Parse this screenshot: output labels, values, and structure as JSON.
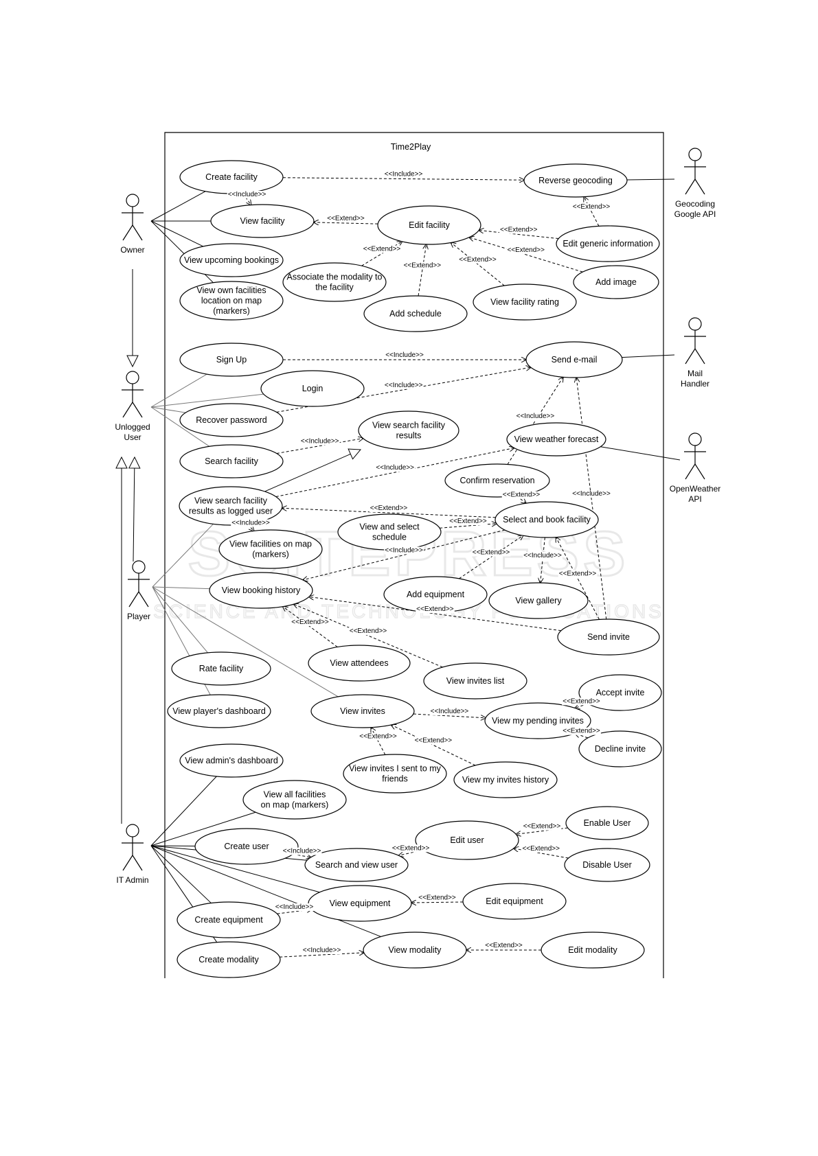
{
  "system": {
    "title": "Time2Play"
  },
  "actors": [
    {
      "id": "owner",
      "label": [
        "Owner"
      ]
    },
    {
      "id": "unlogged",
      "label": [
        "Unlogged",
        "User"
      ]
    },
    {
      "id": "player",
      "label": [
        "Player"
      ]
    },
    {
      "id": "itadmin",
      "label": [
        "IT Admin"
      ]
    },
    {
      "id": "geocoding",
      "label": [
        "Geocoding",
        "Google API"
      ]
    },
    {
      "id": "mail",
      "label": [
        "Mail",
        "Handler"
      ]
    },
    {
      "id": "weather",
      "label": [
        "OpenWeather",
        "API"
      ]
    }
  ],
  "use_cases": [
    {
      "id": "create_facility",
      "label": [
        "Create facility"
      ]
    },
    {
      "id": "view_facility",
      "label": [
        "View facility"
      ]
    },
    {
      "id": "view_upcoming",
      "label": [
        "View upcoming bookings"
      ]
    },
    {
      "id": "view_own_map",
      "label": [
        "View own facilities",
        "location on map",
        "(markers)"
      ]
    },
    {
      "id": "reverse_geo",
      "label": [
        "Reverse geocoding"
      ]
    },
    {
      "id": "edit_facility",
      "label": [
        "Edit facility"
      ]
    },
    {
      "id": "edit_generic",
      "label": [
        "Edit generic information"
      ]
    },
    {
      "id": "assoc_modality",
      "label": [
        "Associate the modality to",
        "the facility"
      ]
    },
    {
      "id": "add_image",
      "label": [
        "Add image"
      ]
    },
    {
      "id": "view_rating",
      "label": [
        "View facility rating"
      ]
    },
    {
      "id": "add_schedule",
      "label": [
        "Add schedule"
      ]
    },
    {
      "id": "sign_up",
      "label": [
        "Sign Up"
      ]
    },
    {
      "id": "login",
      "label": [
        "Login"
      ]
    },
    {
      "id": "recover_pw",
      "label": [
        "Recover password"
      ]
    },
    {
      "id": "search_facility",
      "label": [
        "Search facility"
      ]
    },
    {
      "id": "send_email",
      "label": [
        "Send e-mail"
      ]
    },
    {
      "id": "view_search_results",
      "label": [
        "View search facility",
        "results"
      ]
    },
    {
      "id": "view_weather",
      "label": [
        "View weather forecast"
      ]
    },
    {
      "id": "confirm_res",
      "label": [
        "Confirm reservation"
      ]
    },
    {
      "id": "view_search_logged",
      "label": [
        "View search facility",
        "results as logged user"
      ]
    },
    {
      "id": "select_book",
      "label": [
        "Select and book facility"
      ]
    },
    {
      "id": "view_select_schedule",
      "label": [
        "View and select",
        "schedule"
      ]
    },
    {
      "id": "view_fac_map",
      "label": [
        "View facilities on map",
        "(markers)"
      ]
    },
    {
      "id": "view_booking_hist",
      "label": [
        "View booking history"
      ]
    },
    {
      "id": "add_equipment",
      "label": [
        "Add equipment"
      ]
    },
    {
      "id": "view_gallery",
      "label": [
        "View gallery"
      ]
    },
    {
      "id": "send_invite",
      "label": [
        "Send invite"
      ]
    },
    {
      "id": "view_attendees",
      "label": [
        "View attendees"
      ]
    },
    {
      "id": "view_invites_list",
      "label": [
        "View invites list"
      ]
    },
    {
      "id": "rate_facility",
      "label": [
        "Rate facility"
      ]
    },
    {
      "id": "player_dash",
      "label": [
        "View player's dashboard"
      ]
    },
    {
      "id": "view_invites",
      "label": [
        "View invites"
      ]
    },
    {
      "id": "view_pending",
      "label": [
        "View my pending invites"
      ]
    },
    {
      "id": "accept_invite",
      "label": [
        "Accept invite"
      ]
    },
    {
      "id": "decline_invite",
      "label": [
        "Decline invite"
      ]
    },
    {
      "id": "view_sent_invites",
      "label": [
        "View invites I sent to my",
        "friends"
      ]
    },
    {
      "id": "view_invites_hist",
      "label": [
        "View my invites history"
      ]
    },
    {
      "id": "admin_dash",
      "label": [
        "View admin's dashboard"
      ]
    },
    {
      "id": "view_all_map",
      "label": [
        "View all facilities",
        "on map (markers)"
      ]
    },
    {
      "id": "create_user",
      "label": [
        "Create user"
      ]
    },
    {
      "id": "search_user",
      "label": [
        "Search and view user"
      ]
    },
    {
      "id": "edit_user",
      "label": [
        "Edit user"
      ]
    },
    {
      "id": "enable_user",
      "label": [
        "Enable User"
      ]
    },
    {
      "id": "disable_user",
      "label": [
        "Disable User"
      ]
    },
    {
      "id": "view_equipment",
      "label": [
        "View equipment"
      ]
    },
    {
      "id": "edit_equipment",
      "label": [
        "Edit equipment"
      ]
    },
    {
      "id": "create_equipment",
      "label": [
        "Create equipment"
      ]
    },
    {
      "id": "create_modality",
      "label": [
        "Create modality"
      ]
    },
    {
      "id": "view_modality",
      "label": [
        "View modality"
      ]
    },
    {
      "id": "edit_modality",
      "label": [
        "Edit modality"
      ]
    }
  ],
  "relationships": [
    {
      "from": "create_facility",
      "to": "reverse_geo",
      "label": "<<Include>>"
    },
    {
      "from": "create_facility",
      "to": "view_facility",
      "label": "<<Include>>"
    },
    {
      "from": "edit_facility",
      "to": "view_facility",
      "label": "<<Extend>>"
    },
    {
      "from": "edit_generic",
      "to": "reverse_geo",
      "label": "<<Extend>>"
    },
    {
      "from": "edit_generic",
      "to": "edit_facility",
      "label": "<<Extend>>"
    },
    {
      "from": "assoc_modality",
      "to": "edit_facility",
      "label": "<<Extend>>"
    },
    {
      "from": "add_schedule",
      "to": "edit_facility",
      "label": "<<Extend>>"
    },
    {
      "from": "view_rating",
      "to": "edit_facility",
      "label": "<<Extend>>"
    },
    {
      "from": "add_image",
      "to": "edit_facility",
      "label": "<<Extend>>"
    },
    {
      "from": "sign_up",
      "to": "send_email",
      "label": "<<Include>>"
    },
    {
      "from": "recover_pw",
      "to": "send_email",
      "label": "<<Include>>"
    },
    {
      "from": "confirm_res",
      "to": "send_email",
      "label": "<<Include>>"
    },
    {
      "from": "search_facility",
      "to": "view_search_results",
      "label": "<<Include>>"
    },
    {
      "from": "view_search_logged",
      "to": "view_weather",
      "label": "<<Include>>"
    },
    {
      "from": "confirm_res",
      "to": "select_book",
      "label": "<<Extend>>"
    },
    {
      "from": "select_book",
      "to": "view_search_logged",
      "label": "<<Extend>>"
    },
    {
      "from": "view_search_logged",
      "to": "view_fac_map",
      "label": "<<Include>>"
    },
    {
      "from": "view_select_schedule",
      "to": "select_book",
      "label": "<<Extend>>"
    },
    {
      "from": "add_equipment",
      "to": "select_book",
      "label": "<<Extend>>"
    },
    {
      "from": "select_book",
      "to": "view_booking_hist",
      "label": "<<Include>>"
    },
    {
      "from": "select_book",
      "to": "view_gallery",
      "label": "<<Include>>"
    },
    {
      "from": "send_invite",
      "to": "select_book",
      "label": "<<Extend>>"
    },
    {
      "from": "send_invite",
      "to": "send_email",
      "label": "<<Include>>"
    },
    {
      "from": "send_invite",
      "to": "view_booking_hist",
      "label": "<<Extend>>"
    },
    {
      "from": "view_attendees",
      "to": "view_booking_hist",
      "label": "<<Extend>>"
    },
    {
      "from": "view_invites_list",
      "to": "view_booking_hist",
      "label": "<<Extend>>"
    },
    {
      "from": "view_invites",
      "to": "view_pending",
      "label": "<<Include>>"
    },
    {
      "from": "accept_invite",
      "to": "view_pending",
      "label": "<<Extend>>"
    },
    {
      "from": "decline_invite",
      "to": "view_pending",
      "label": "<<Extend>>"
    },
    {
      "from": "view_sent_invites",
      "to": "view_invites",
      "label": "<<Extend>>"
    },
    {
      "from": "view_invites_hist",
      "to": "view_invites",
      "label": "<<Extend>>"
    },
    {
      "from": "create_user",
      "to": "search_user",
      "label": "<<Include>>"
    },
    {
      "from": "edit_user",
      "to": "search_user",
      "label": "<<Extend>>"
    },
    {
      "from": "enable_user",
      "to": "edit_user",
      "label": "<<Extend>>"
    },
    {
      "from": "disable_user",
      "to": "edit_user",
      "label": "<<Extend>>"
    },
    {
      "from": "edit_equipment",
      "to": "view_equipment",
      "label": "<<Extend>>"
    },
    {
      "from": "create_equipment",
      "to": "view_equipment",
      "label": "<<Include>>"
    },
    {
      "from": "create_modality",
      "to": "view_modality",
      "label": "<<Include>>"
    },
    {
      "from": "edit_modality",
      "to": "view_modality",
      "label": "<<Extend>>"
    }
  ],
  "associations": [
    {
      "actor": "owner",
      "use_case": "create_facility"
    },
    {
      "actor": "owner",
      "use_case": "view_facility"
    },
    {
      "actor": "owner",
      "use_case": "view_upcoming"
    },
    {
      "actor": "owner",
      "use_case": "view_own_map"
    },
    {
      "actor": "geocoding",
      "use_case": "reverse_geo"
    },
    {
      "actor": "unlogged",
      "use_case": "sign_up"
    },
    {
      "actor": "unlogged",
      "use_case": "login"
    },
    {
      "actor": "unlogged",
      "use_case": "recover_pw"
    },
    {
      "actor": "unlogged",
      "use_case": "search_facility"
    },
    {
      "actor": "mail",
      "use_case": "send_email"
    },
    {
      "actor": "weather",
      "use_case": "view_weather"
    },
    {
      "actor": "player",
      "use_case": "view_search_logged"
    },
    {
      "actor": "player",
      "use_case": "view_booking_hist"
    },
    {
      "actor": "player",
      "use_case": "rate_facility"
    },
    {
      "actor": "player",
      "use_case": "player_dash"
    },
    {
      "actor": "player",
      "use_case": "view_invites"
    },
    {
      "actor": "itadmin",
      "use_case": "admin_dash"
    },
    {
      "actor": "itadmin",
      "use_case": "view_all_map"
    },
    {
      "actor": "itadmin",
      "use_case": "create_user"
    },
    {
      "actor": "itadmin",
      "use_case": "search_user"
    },
    {
      "actor": "itadmin",
      "use_case": "view_equipment"
    },
    {
      "actor": "itadmin",
      "use_case": "create_equipment"
    },
    {
      "actor": "itadmin",
      "use_case": "create_modality"
    },
    {
      "actor": "itadmin",
      "use_case": "view_modality"
    }
  ],
  "generalizations": [
    {
      "child": "owner",
      "parent": "unlogged"
    },
    {
      "child": "player",
      "parent": "unlogged"
    },
    {
      "child": "itadmin",
      "parent": "unlogged"
    },
    {
      "child": "view_search_logged",
      "parent": "view_search_results"
    }
  ],
  "watermark": [
    "SCITEPRESS",
    "SCIENCE AND TECHNOLOGY PUBLICATIONS"
  ]
}
